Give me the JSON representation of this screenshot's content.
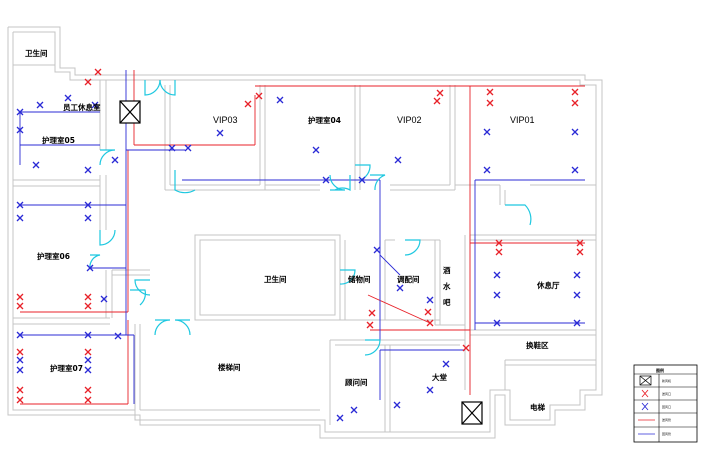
{
  "rooms": [
    {
      "id": "toilet-top-left",
      "label": "卫生间"
    },
    {
      "id": "staff-lounge",
      "label": "员工休息室"
    },
    {
      "id": "nurse-05",
      "label": "护理室05"
    },
    {
      "id": "vip03",
      "label": "VIP03"
    },
    {
      "id": "nurse-04",
      "label": "护理室04"
    },
    {
      "id": "vip02",
      "label": "VIP02"
    },
    {
      "id": "vip01",
      "label": "VIP01"
    },
    {
      "id": "nurse-06",
      "label": "护理室06"
    },
    {
      "id": "toilet-center",
      "label": "卫生间"
    },
    {
      "id": "storage",
      "label": "储物间"
    },
    {
      "id": "mixing",
      "label": "调配间"
    },
    {
      "id": "bar-1",
      "label": "酒"
    },
    {
      "id": "bar-2",
      "label": "水"
    },
    {
      "id": "bar-3",
      "label": "吧"
    },
    {
      "id": "rest-hall",
      "label": "休息厅"
    },
    {
      "id": "shoe-area",
      "label": "换鞋区"
    },
    {
      "id": "nurse-07",
      "label": "护理室07"
    },
    {
      "id": "stairs",
      "label": "楼梯间"
    },
    {
      "id": "consult",
      "label": "顾问间"
    },
    {
      "id": "lobby",
      "label": "大堂"
    },
    {
      "id": "elevator",
      "label": "电梯"
    }
  ],
  "legend": {
    "title": "图例",
    "items": [
      "新风机",
      "送风口",
      "回风口",
      "送风管",
      "回风管"
    ]
  },
  "colors": {
    "wall": "#c4c4c4",
    "supply": "#e8222a",
    "return": "#2b2bd6",
    "door": "#1ec8e0",
    "ink": "#000000"
  }
}
